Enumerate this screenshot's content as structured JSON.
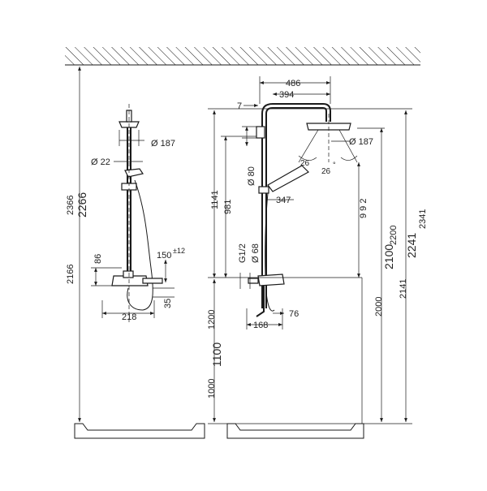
{
  "left_view": {
    "dim_head_diameter": "Ø 187",
    "dim_pipe_diameter": "Ø 22",
    "dim_86": "86",
    "dim_150": "150",
    "dim_150_tol": "±12",
    "dim_35": "35",
    "dim_218": "218",
    "dim_2166": "2166",
    "dim_2266": "2266",
    "dim_2366": "2366"
  },
  "right_view": {
    "dim_486": "486",
    "dim_394": "394",
    "dim_7": "7",
    "dim_head_diameter": "Ø 187",
    "dim_26a": "26",
    "dim_26b": "26",
    "dim_deg": "°",
    "dim_80": "Ø 80",
    "dim_1141": "1141",
    "dim_981": "981",
    "dim_992": "9 9 2",
    "dim_347": "347",
    "dim_g12": "G1/2",
    "dim_68": "Ø 68",
    "dim_76": "76",
    "dim_168": "168",
    "dim_1000": "1000",
    "dim_1100": "1100",
    "dim_1200": "1200",
    "dim_2000": "2000",
    "dim_2100": "2100",
    "dim_2200": "2200",
    "dim_2141": "2141",
    "dim_2241": "2241",
    "dim_2341": "2341"
  }
}
